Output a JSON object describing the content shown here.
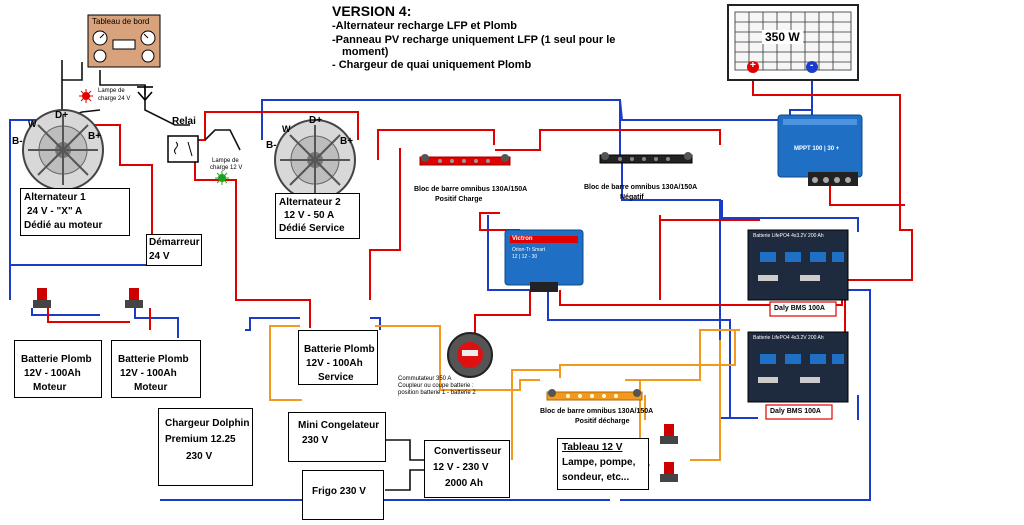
{
  "header": {
    "title": "VERSION 4:",
    "line1": "-Alternateur recharge LFP et Plomb",
    "line2a": "-Panneau PV recharge uniquement LFP (1 seul pour le",
    "line2b": "moment)",
    "line3": "- Chargeur de quai uniquement Plomb"
  },
  "dashboard": {
    "title": "Tableau de bord",
    "lamp_label_a": "Lampe de",
    "lamp_label_b": "charge 24 V"
  },
  "relay": {
    "label": "Relai"
  },
  "lamp12": {
    "label_a": "Lampe de",
    "label_b": "charge 12 V"
  },
  "alternator1": {
    "terminal_w": "W",
    "terminal_dplus": "D+",
    "terminal_bplus": "B+",
    "terminal_bminus": "B-",
    "line1": "Alternateur 1",
    "line2": "24 V - \"X\" A",
    "line3": "Dédié au moteur"
  },
  "alternator2": {
    "terminal_w": "W",
    "terminal_dplus": "D+",
    "terminal_bplus": "B+",
    "terminal_bminus": "B-",
    "line1": "Alternateur 2",
    "line2": "12 V - 50 A",
    "line3": "Dédié  Service"
  },
  "starter": {
    "line1": "Démarreur",
    "line2": "24 V"
  },
  "batt_lead_1": {
    "line1": "Batterie Plomb",
    "line2": "12V - 100Ah",
    "line3": "Moteur"
  },
  "batt_lead_2": {
    "line1": "Batterie Plomb",
    "line2": "12V - 100Ah",
    "line3": "Moteur"
  },
  "batt_service": {
    "line1": "Batterie Plomb",
    "line2": "12V - 100Ah",
    "line3": "Service"
  },
  "charger": {
    "line1": "Chargeur Dolphin",
    "line2": "Premium 12.25",
    "line3": "230 V"
  },
  "freezer": {
    "line1": "Mini Congelateur",
    "line2": "230 V"
  },
  "fridge": {
    "line1": "Frigo 230 V"
  },
  "inverter": {
    "line1": "Convertisseur",
    "line2": "12 V - 230 V",
    "line3": "2000 Ah"
  },
  "panel12": {
    "line1": "Tableau 12 V",
    "line2": "Lampe, pompe,",
    "line3": "sondeur,  etc..."
  },
  "busbar_pos_charge": {
    "label1": "Bloc de barre omnibus 130A/150A",
    "label2": "Positif Charge"
  },
  "busbar_neg": {
    "label1": "Bloc de barre omnibus 130A/150A",
    "label2": "Négatif"
  },
  "busbar_pos_discharge": {
    "label1": "Bloc de barre omnibus 130A/150A",
    "label2": "Positif  décharge"
  },
  "solar": {
    "power": "350 W",
    "plus": "+",
    "minus": "-"
  },
  "mppt": {
    "label": "MPPT 100 | 30 +"
  },
  "dcdc": {
    "brand": "Victron",
    "label": "Orion-Tr Smart",
    "sub": "12 | 12 - 30"
  },
  "lifepo_1": {
    "label": "Batterie LifePO4 4x3.2V 200 Ah",
    "bms": "Daly BMS 100A"
  },
  "lifepo_2": {
    "label": "Batterie LifePO4 4x3.2V 200 Ah",
    "bms": "Daly BMS 100A"
  },
  "switch": {
    "line1": "Commutateur 350 A",
    "line2": "Coupleur ou coupe batterie :",
    "line3": "position batterie 1 - batterie 2"
  },
  "colors": {
    "positive": "#e00000",
    "negative": "#1a3cc8",
    "ac": "#f39a1e",
    "signal": "#111111",
    "victron_blue": "#1f6fc4",
    "lifepo_case": "#1e2a3d",
    "dashboard_bg": "#d8a37c"
  }
}
